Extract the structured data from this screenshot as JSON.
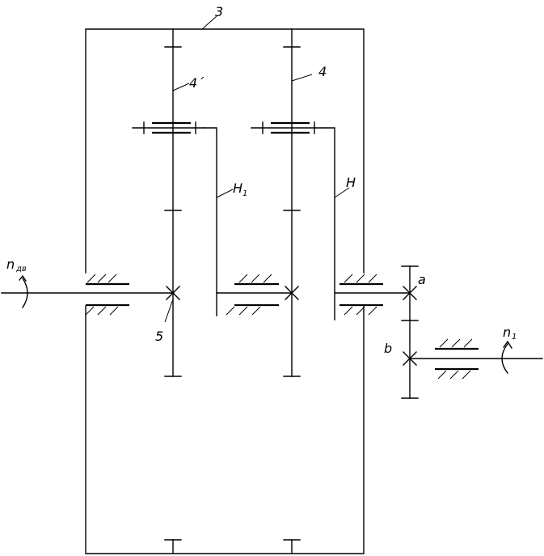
{
  "labels": {
    "ring_gear": "3",
    "planet_gear": "4",
    "planet_gear_prime": "4´",
    "sun_gear": "5",
    "carrier_1_main": "H",
    "carrier_1_sub": "1",
    "carrier": "H",
    "gear_a": "a",
    "gear_b": "b",
    "input_speed_main": "n",
    "input_speed_sub": "дв",
    "output_speed_main": "n",
    "output_speed_sub": "1"
  },
  "colors": {
    "line": "#000000",
    "background": "#ffffff"
  }
}
